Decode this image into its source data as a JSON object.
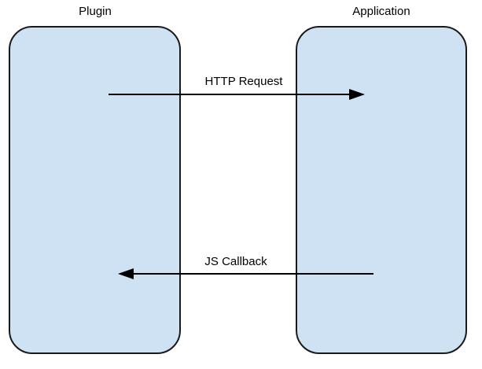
{
  "diagram": {
    "left_box": {
      "title": "Plugin"
    },
    "right_box": {
      "title": "Application"
    },
    "arrows": [
      {
        "label": "HTTP Request",
        "from": "Plugin",
        "to": "Application",
        "direction": "right"
      },
      {
        "label": "JS Callback",
        "from": "Application",
        "to": "Plugin",
        "direction": "left"
      }
    ],
    "colors": {
      "box_fill": "#cfe2f3",
      "box_border": "#1a1a1a",
      "arrow": "#000000",
      "background": "#ffffff"
    }
  }
}
